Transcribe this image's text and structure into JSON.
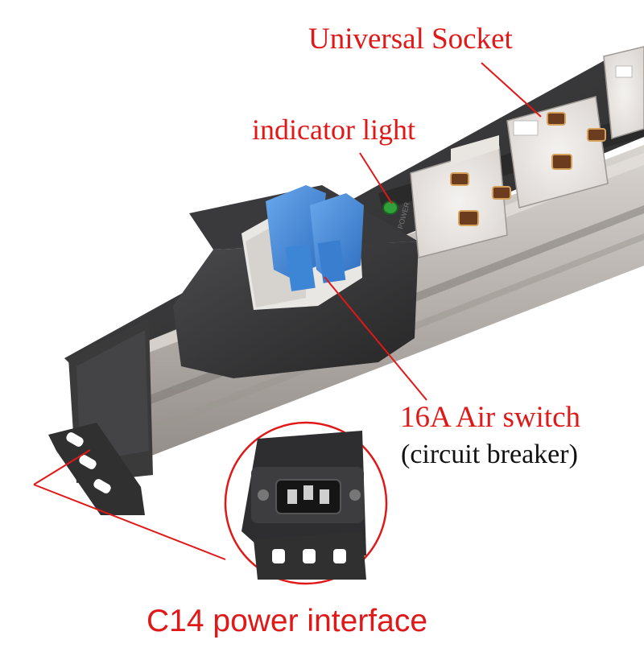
{
  "labels": {
    "universal_socket": "Universal Socket",
    "indicator_light": "indicator light",
    "air_switch": "16A Air switch",
    "circuit_breaker": "(circuit breaker)",
    "c14_interface": "C14 power interface"
  },
  "printed_marks": {
    "power": "POWER"
  },
  "colors": {
    "label_red": "#e01818",
    "text_black": "#111111",
    "breaker_blue": "#3d86d6",
    "housing_dark": "#3c3c3e",
    "aluminum": "#b9b4b0",
    "indicator_green": "#2fa03a"
  }
}
